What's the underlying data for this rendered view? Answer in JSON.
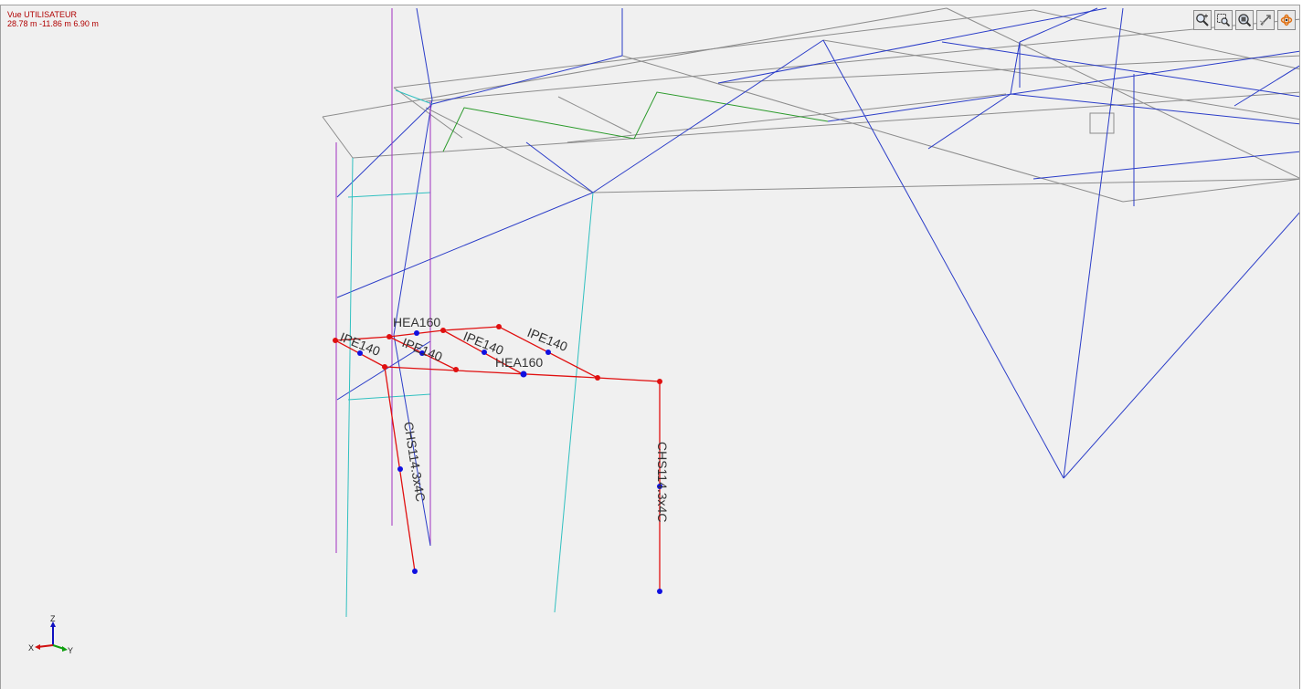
{
  "view": {
    "name": "Vue UTILISATEUR",
    "coords": "28.78 m  -11.86 m  6.90 m"
  },
  "toolbar": [
    {
      "name": "zoom-in-icon",
      "tooltip": ""
    },
    {
      "name": "zoom-window-icon",
      "tooltip": ""
    },
    {
      "name": "zoom-extents-icon",
      "tooltip": ""
    },
    {
      "name": "pan-icon",
      "tooltip": ""
    },
    {
      "name": "rotate-icon",
      "tooltip": ""
    }
  ],
  "labels": {
    "hea160_top": "HEA160",
    "ipe140_left": "IPE140",
    "ipe140_mid": "IPE140",
    "ipe140_center": "IPE140",
    "ipe140_right": "IPE140",
    "hea160_center": "HEA160",
    "chs_left": "CHS114.3x4C",
    "chs_right": "CHS114.3x4C"
  },
  "axis": {
    "z": "Z",
    "x": "X",
    "y": "Y"
  },
  "colors": {
    "selected": "#e01010",
    "node": "#1010e0",
    "gray_member": "#8c8c8c",
    "blue_member": "#2a3cc8",
    "cyan_member": "#30c0c0",
    "purple_member": "#a030c0",
    "green_member": "#2a9a2a",
    "view_text": "#b00000"
  }
}
